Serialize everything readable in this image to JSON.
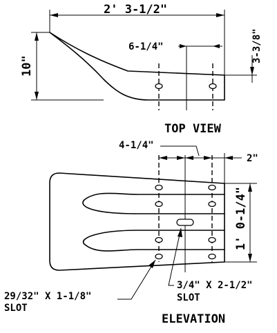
{
  "top_view": {
    "dim_overall_length": "2' 3-1/2\"",
    "dim_height": "10\"",
    "dim_hole_spacing": "6-1/4\"",
    "dim_end_offset": "3-3/8\"",
    "title": "TOP VIEW"
  },
  "elevation": {
    "dim_hole_spacing": "4-1/4\"",
    "dim_end_offset": "2\"",
    "dim_height": "1' 0-1/4\"",
    "note_small_slot_line1": "29/32\" X 1-1/8\"",
    "note_small_slot_line2": "SLOT",
    "note_large_slot_line1": "3/4\" X 2-1/2\"",
    "note_large_slot_line2": "SLOT",
    "title": "ELEVATION"
  }
}
